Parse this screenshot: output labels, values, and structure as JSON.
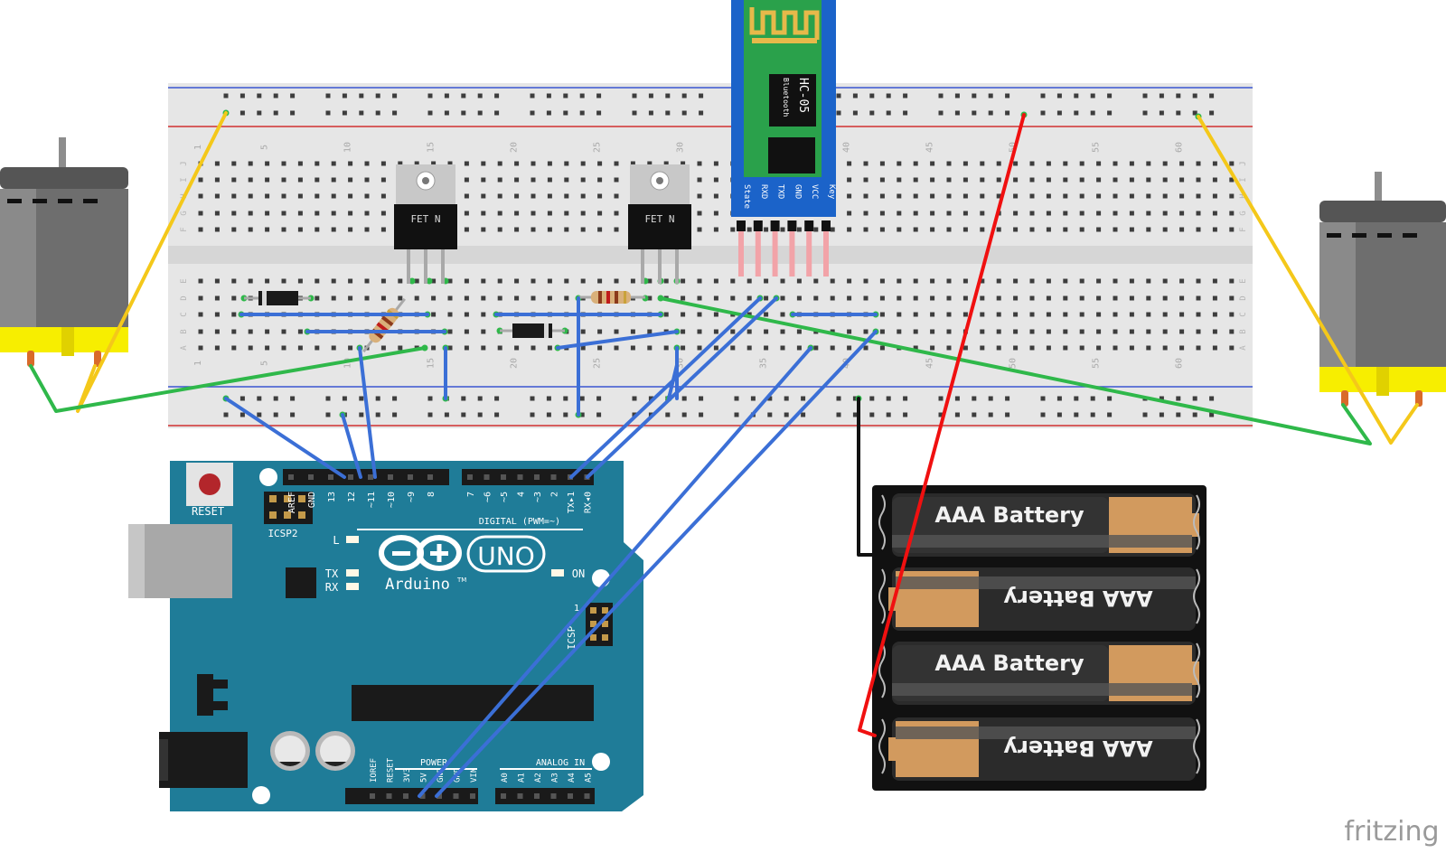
{
  "breadboard": {
    "col_numbers": [
      "1",
      "5",
      "10",
      "15",
      "20",
      "25",
      "30",
      "35",
      "40",
      "45",
      "50",
      "55",
      "60"
    ],
    "row_letters_top": [
      "J",
      "I",
      "H",
      "G",
      "F"
    ],
    "row_letters_bottom": [
      "E",
      "D",
      "C",
      "B",
      "A"
    ]
  },
  "mosfets": [
    {
      "label": "FET N"
    },
    {
      "label": "FET N"
    }
  ],
  "bluetooth": {
    "title": "HC-05",
    "subtitle": "Bluetooth",
    "pins": [
      "State",
      "RXD",
      "TXD",
      "GND",
      "VCC",
      "Key"
    ]
  },
  "arduino": {
    "reset_label": "RESET",
    "icsp2_label": "ICSP2",
    "brand": "Arduino",
    "trademark": "TM",
    "model": "UNO",
    "digital_label": "DIGITAL (PWM=~)",
    "top_pins": [
      "AREF",
      "GND",
      "13",
      "12",
      "~11",
      "~10",
      "~9",
      "8"
    ],
    "top_pins_right": [
      "7",
      "~6",
      "~5",
      "4",
      "~3",
      "2",
      "TX▸1",
      "RX◂0"
    ],
    "led_l": "L",
    "led_tx": "TX",
    "led_rx": "RX",
    "led_on": "ON",
    "icsp_label": "ICSP",
    "icsp_num": "1",
    "power_label": "POWER",
    "analog_label": "ANALOG IN",
    "power_pins": [
      "IOREF",
      "RESET",
      "3V3",
      "5V",
      "GND",
      "GND",
      "VIN"
    ],
    "analog_pins": [
      "A0",
      "A1",
      "A2",
      "A3",
      "A4",
      "A5"
    ]
  },
  "batteries": [
    {
      "label": "AAA Battery"
    },
    {
      "label": "AAA Battery"
    },
    {
      "label": "AAA Battery"
    },
    {
      "label": "AAA Battery"
    }
  ],
  "watermark": "fritzing",
  "colors": {
    "breadboard": "#e6e6e6",
    "arduino": "#1f7c98",
    "wire_blue": "#3b6fd6",
    "wire_green": "#2fb84a",
    "wire_yellow": "#f4c81a",
    "wire_red": "#f01010",
    "wire_black": "#111111",
    "hc05_board": "#1b63c9",
    "motor_mount": "#f7ee00"
  }
}
